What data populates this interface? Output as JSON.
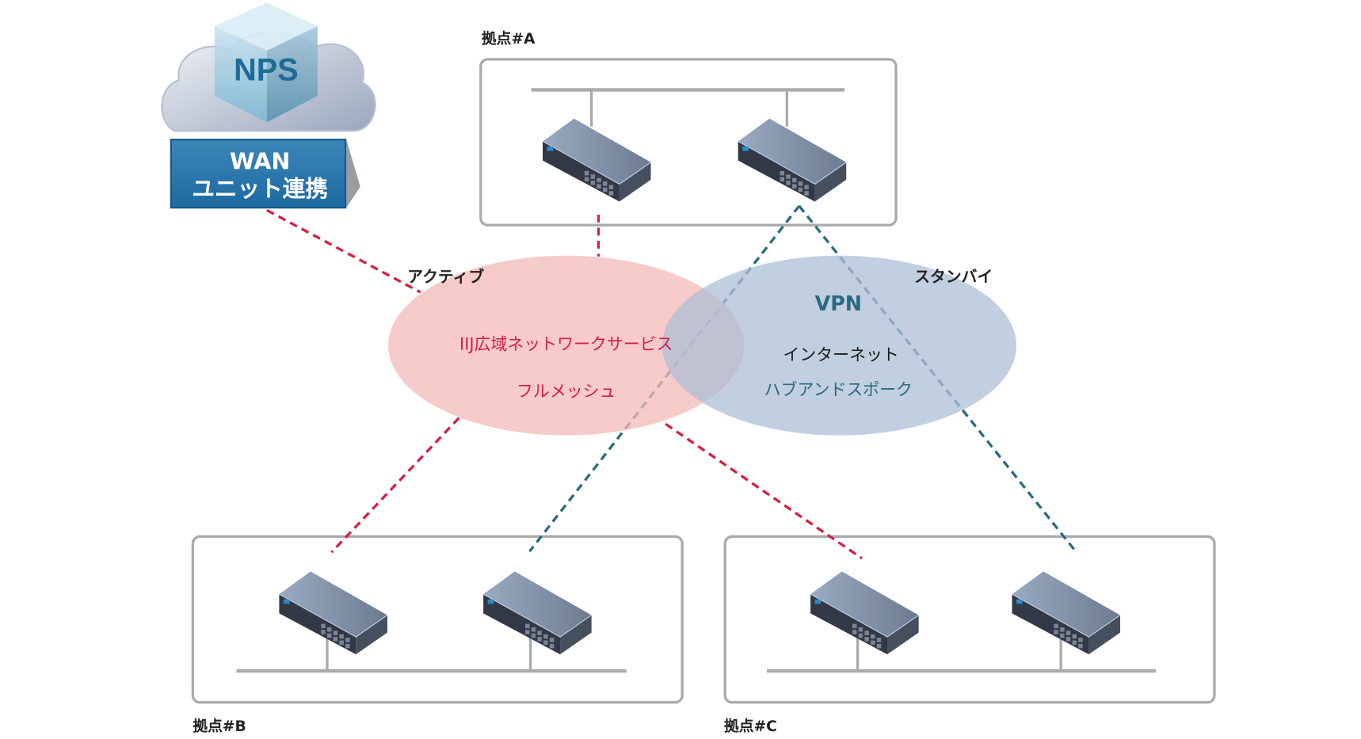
{
  "nps": {
    "cube_label": "NPS",
    "wan_line1": "WAN",
    "wan_line2": "ユニット連携"
  },
  "sites": [
    {
      "id": "A",
      "label": "拠点#A",
      "devices": 2
    },
    {
      "id": "B",
      "label": "拠点#B",
      "devices": 2
    },
    {
      "id": "C",
      "label": "拠点#C",
      "devices": 2
    }
  ],
  "networks": {
    "active": {
      "mode_label": "アクティブ",
      "service": "IIJ広域ネットワークサービス",
      "topology": "フルメッシュ",
      "color": "#d61f45",
      "fill": "#f3b9b8"
    },
    "standby": {
      "mode_label": "スタンバイ",
      "vpn": "VPN",
      "service": "インターネット",
      "topology": "ハブアンドスポーク",
      "color": "#2a6a80",
      "fill": "#aebfd7"
    }
  },
  "connections": [
    {
      "from": "WAN ユニット連携",
      "to": "active",
      "style": "dashed-red"
    },
    {
      "from": "拠点#A device 1",
      "to": "active",
      "style": "dashed-red"
    },
    {
      "from": "拠点#B device 1",
      "to": "active",
      "style": "dashed-red"
    },
    {
      "from": "拠点#C device 1",
      "to": "active",
      "style": "dashed-red"
    },
    {
      "from": "拠点#A device 2",
      "to": "拠点#B device 2",
      "style": "dashed-blue"
    },
    {
      "from": "拠点#A device 2",
      "to": "拠点#C device 2",
      "style": "dashed-blue"
    }
  ]
}
